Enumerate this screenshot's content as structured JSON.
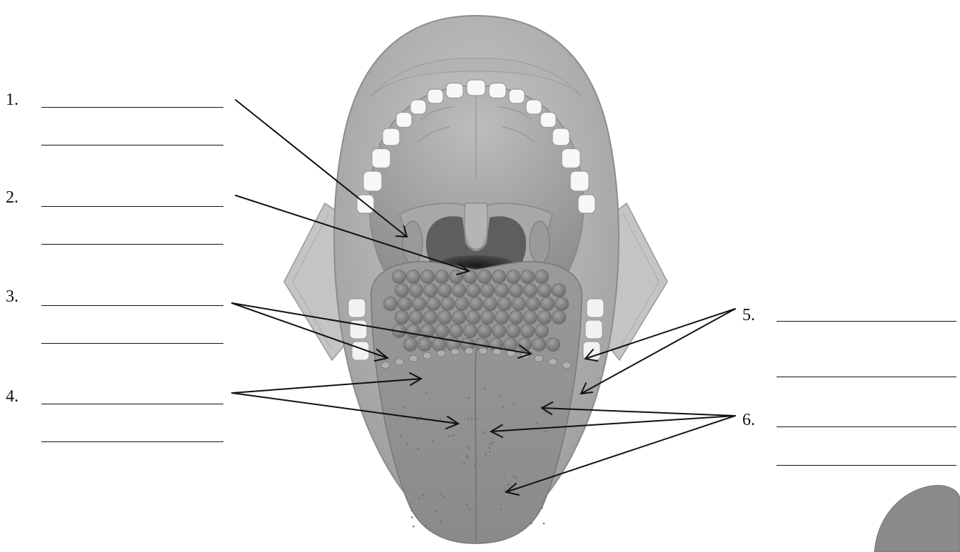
{
  "labels": {
    "left": [
      {
        "number": "1."
      },
      {
        "number": "2."
      },
      {
        "number": "3."
      },
      {
        "number": "4."
      }
    ],
    "right": [
      {
        "number": "5."
      },
      {
        "number": "6."
      }
    ]
  },
  "colors": {
    "tissue": "#a7a7a7",
    "tongue": "#8c8c8c",
    "teeth": "#f7f7f7",
    "throat": "#2b2b2b",
    "line": "#111111"
  }
}
